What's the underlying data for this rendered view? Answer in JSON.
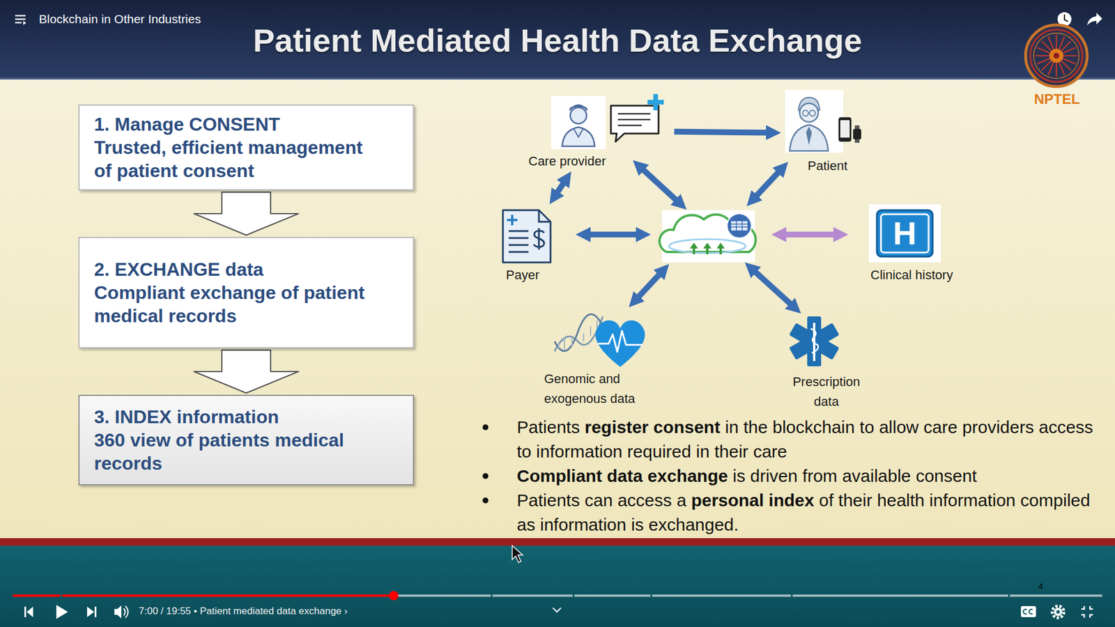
{
  "diagram": {
    "title": "Patient Mediated Health Data Exchange",
    "nodes": [
      {
        "text": [
          "1. Manage CONSENT",
          "Trusted, efficient management of patient consent"
        ]
      },
      {
        "text": [
          "2. EXCHANGE data",
          "Compliant exchange of patient medical records"
        ]
      },
      {
        "text": [
          "3. INDEX information",
          "360 view of patients medical records"
        ]
      },
      {
        "text": [
          "Care provider"
        ]
      },
      {
        "text": [
          "Patient"
        ]
      },
      {
        "text": [
          "Payer"
        ]
      },
      {
        "text": [
          "Clinical history"
        ]
      },
      {
        "text": [
          "Genomic and exogenous data"
        ]
      },
      {
        "text": [
          "Prescription data"
        ]
      }
    ],
    "edges": [
      {
        "from": 0,
        "to": 1,
        "arrow": "to"
      },
      {
        "from": 1,
        "to": 2,
        "arrow": "to"
      },
      {
        "from": 3,
        "to": 4,
        "arrow": "to"
      },
      {
        "from": 3,
        "to": 5,
        "arrow": "both"
      }
    ],
    "labels": [
      "Blockchain in Other Industries",
      "NPTEL",
      "H",
      "Patients register consent in the blockchain to allow care providers access to information required in their care",
      "Compliant data exchange is driven from available consent",
      "Patients can access a personal index of their health information compiled as information is exchanged.",
      "7:00 / 19:55 • Patient mediated data exchange ›",
      "4"
    ]
  }
}
